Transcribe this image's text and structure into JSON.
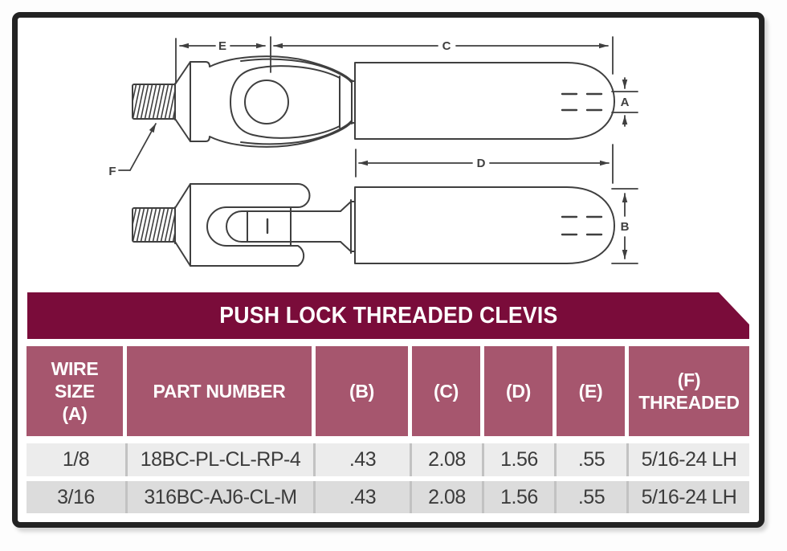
{
  "banner": {
    "title": "PUSH LOCK THREADED CLEVIS",
    "bg_color": "#7A0C3A",
    "text_color": "#FFFFFF"
  },
  "drawing": {
    "line_color": "#3f3f3f",
    "labels": {
      "a": "A",
      "b": "B",
      "c": "C",
      "d": "D",
      "e": "E",
      "f": "F"
    }
  },
  "table": {
    "header_bg": "#A6566E",
    "row_colors": [
      "#ECECEC",
      "#DCDCDC"
    ],
    "headers": {
      "wire_size": "WIRE\nSIZE\n(A)",
      "part_number": "PART NUMBER",
      "b": "(B)",
      "c": "(C)",
      "d": "(D)",
      "e": "(E)",
      "f_threaded": "(F)\nTHREADED"
    },
    "rows": [
      {
        "wire_size": "1/8",
        "part_number": "18BC-PL-CL-RP-4",
        "b": ".43",
        "c": "2.08",
        "d": "1.56",
        "e": ".55",
        "f_threaded": "5/16-24 LH"
      },
      {
        "wire_size": "3/16",
        "part_number": "316BC-AJ6-CL-M",
        "b": ".43",
        "c": "2.08",
        "d": "1.56",
        "e": ".55",
        "f_threaded": "5/16-24 LH"
      }
    ]
  }
}
